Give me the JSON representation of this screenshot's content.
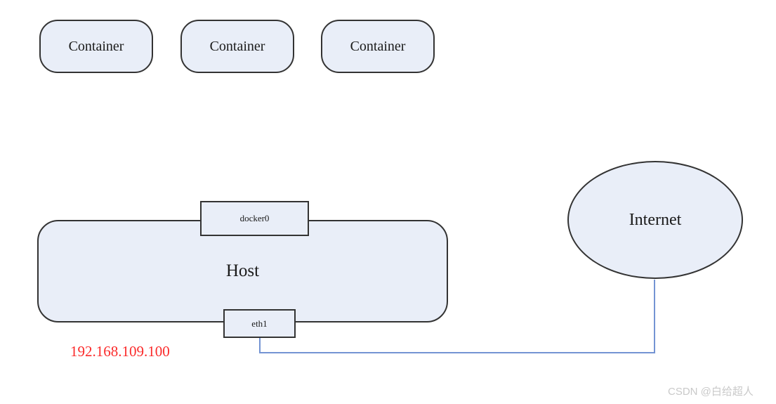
{
  "diagram": {
    "containers": [
      {
        "label": "Container"
      },
      {
        "label": "Container"
      },
      {
        "label": "Container"
      }
    ],
    "host": {
      "label": "Host",
      "interfaces": [
        {
          "label": "docker0"
        },
        {
          "label": "eth1"
        }
      ],
      "ip_address": "192.168.109.100"
    },
    "internet": {
      "label": "Internet"
    }
  },
  "watermark": {
    "text": "CSDN @白给超人"
  },
  "colors": {
    "node_fill": "#e9eef8",
    "node_border": "#333333",
    "connector": "#7494d3",
    "ip_text": "#fb2b2b",
    "watermark_text": "#c9c9c9"
  }
}
